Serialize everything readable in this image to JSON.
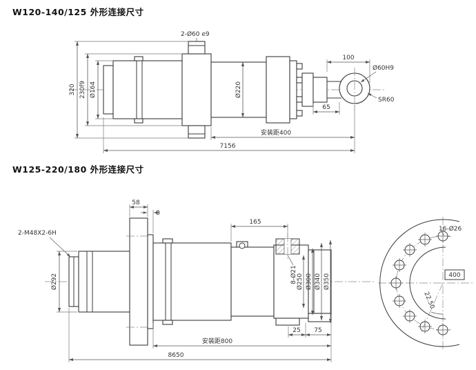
{
  "s1": {
    "title": "W120-140/125 外形连接尺寸",
    "dims": {
      "trunnion_pin": "2-Ø60 e9",
      "overall": "320",
      "flange_od": "230f9",
      "tube_od": "Ø164",
      "stage_od": "Ø220",
      "rod_len": "100",
      "eye_bore": "Ø60H9",
      "eye_sphere": "SR60",
      "eye_width": "65",
      "install": "安装距400",
      "total": "7156"
    }
  },
  "s2": {
    "title": "W125-220/180 外形连接尺寸",
    "dims": {
      "thread": "2-M48X2-6H",
      "rear_od": "Ø292",
      "flange_thk": "58",
      "plate_thk": "8",
      "head_len": "165",
      "bolt_holes": "8-Ø21",
      "d250": "Ø250",
      "d300": "Ø300",
      "d340": "Ø340",
      "d350": "Ø350",
      "l25": "25",
      "l75": "75",
      "install": "安装距800",
      "total": "8650",
      "flange_holes": "16-Ø26",
      "bolt_circle": "400",
      "angle": "22.50"
    }
  }
}
